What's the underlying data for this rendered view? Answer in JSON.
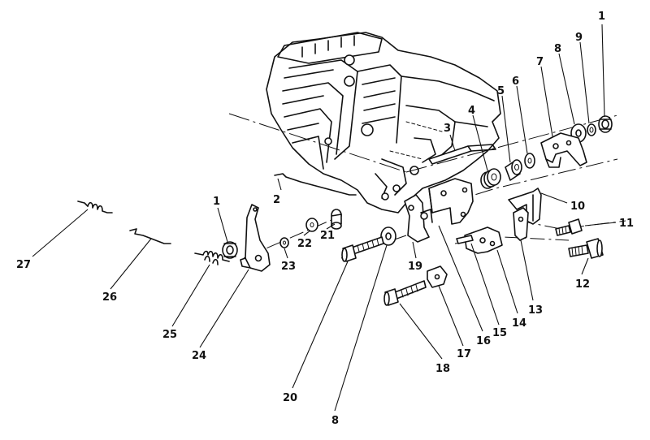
{
  "diagram": {
    "callouts": [
      {
        "id": "c1a",
        "text": "1"
      },
      {
        "id": "c1b",
        "text": "1"
      },
      {
        "id": "c2",
        "text": "2"
      },
      {
        "id": "c3",
        "text": "3"
      },
      {
        "id": "c4",
        "text": "4"
      },
      {
        "id": "c5",
        "text": "5"
      },
      {
        "id": "c6",
        "text": "6"
      },
      {
        "id": "c7",
        "text": "7"
      },
      {
        "id": "c8a",
        "text": "8"
      },
      {
        "id": "c8b",
        "text": "8"
      },
      {
        "id": "c9",
        "text": "9"
      },
      {
        "id": "c10",
        "text": "10"
      },
      {
        "id": "c11",
        "text": "11"
      },
      {
        "id": "c12",
        "text": "12"
      },
      {
        "id": "c13",
        "text": "13"
      },
      {
        "id": "c14",
        "text": "14"
      },
      {
        "id": "c15",
        "text": "15"
      },
      {
        "id": "c16",
        "text": "16"
      },
      {
        "id": "c17",
        "text": "17"
      },
      {
        "id": "c18",
        "text": "18"
      },
      {
        "id": "c19",
        "text": "19"
      },
      {
        "id": "c20",
        "text": "20"
      },
      {
        "id": "c21",
        "text": "21"
      },
      {
        "id": "c22",
        "text": "22"
      },
      {
        "id": "c23",
        "text": "23"
      },
      {
        "id": "c24",
        "text": "24"
      },
      {
        "id": "c25",
        "text": "25"
      },
      {
        "id": "c26",
        "text": "26"
      },
      {
        "id": "c27",
        "text": "27"
      }
    ]
  }
}
